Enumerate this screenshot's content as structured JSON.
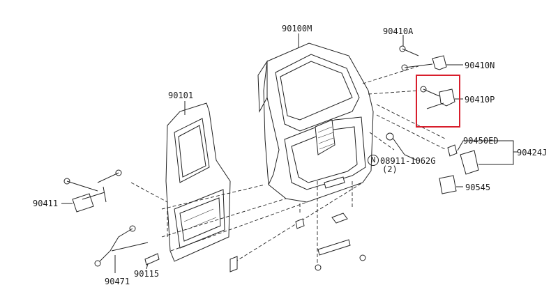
{
  "colors": {
    "highlight": "#d81e2c",
    "line": "#222222",
    "background": "#ffffff"
  },
  "labels": {
    "door_panel": "90100M",
    "inner_panel": "90101",
    "hinge_bolt_top": "90410A",
    "upper_hinge": "90410N",
    "lower_hinge": "90410P",
    "stopper": "90450ED",
    "rear_lamp": "90424J",
    "bumper": "90545",
    "nut_code": "08911-1062G",
    "nut_symbol": "N",
    "nut_qty": "(2)",
    "hinge_left": "90411",
    "check_link": "90471",
    "handle": "90115"
  }
}
